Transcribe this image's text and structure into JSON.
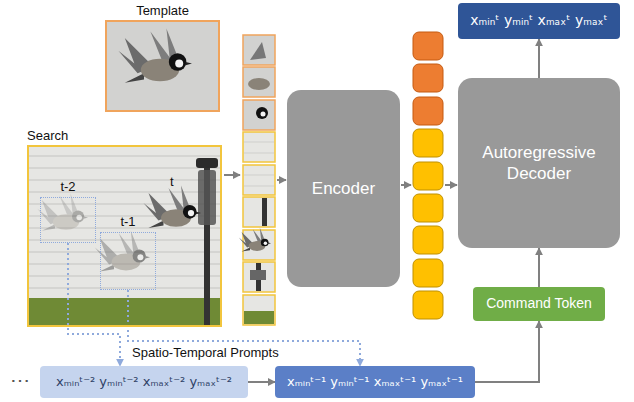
{
  "diagram": {
    "nodes": [
      {
        "text": [
          "Template"
        ]
      },
      {
        "text": [
          "Search"
        ]
      },
      {
        "text": [
          "t-2"
        ],
        "in": 1
      },
      {
        "text": [
          "t-1"
        ],
        "in": 1
      },
      {
        "text": [
          "Encoder"
        ]
      },
      {
        "text": [
          "xₘᵢₙᵗ yₘᵢₙᵗ xₘₐₓᵗ yₘₐₓᵗ"
        ]
      },
      {
        "text": [
          "Autoregressive Decoder"
        ]
      },
      {
        "text": [
          "Command Token"
        ]
      },
      {
        "text": [
          "xₘᵢₙᵗ⁻² yₘᵢₙᵗ⁻² xₘₐₓᵗ⁻² yₘₐₓᵗ⁻²"
        ]
      },
      {
        "text": [
          "xₘᵢₙᵗ⁻¹ yₘᵢₙᵗ⁻¹ xₘₐₓᵗ⁻¹ yₘₐₓᵗ⁻¹"
        ]
      }
    ],
    "edges": [
      {
        "from": 2,
        "to": 8,
        "arrow": "to"
      },
      {
        "from": 3,
        "to": 9,
        "arrow": "to"
      },
      {
        "from": 8,
        "to": 9,
        "arrow": "to"
      },
      {
        "from": 9,
        "to": 7,
        "arrow": "to"
      },
      {
        "from": 7,
        "to": 6,
        "arrow": "to"
      },
      {
        "from": 6,
        "to": 5,
        "arrow": "to"
      }
    ],
    "labels": [
      "t",
      "Spatio-Temporal Prompts",
      "⋯"
    ]
  }
}
